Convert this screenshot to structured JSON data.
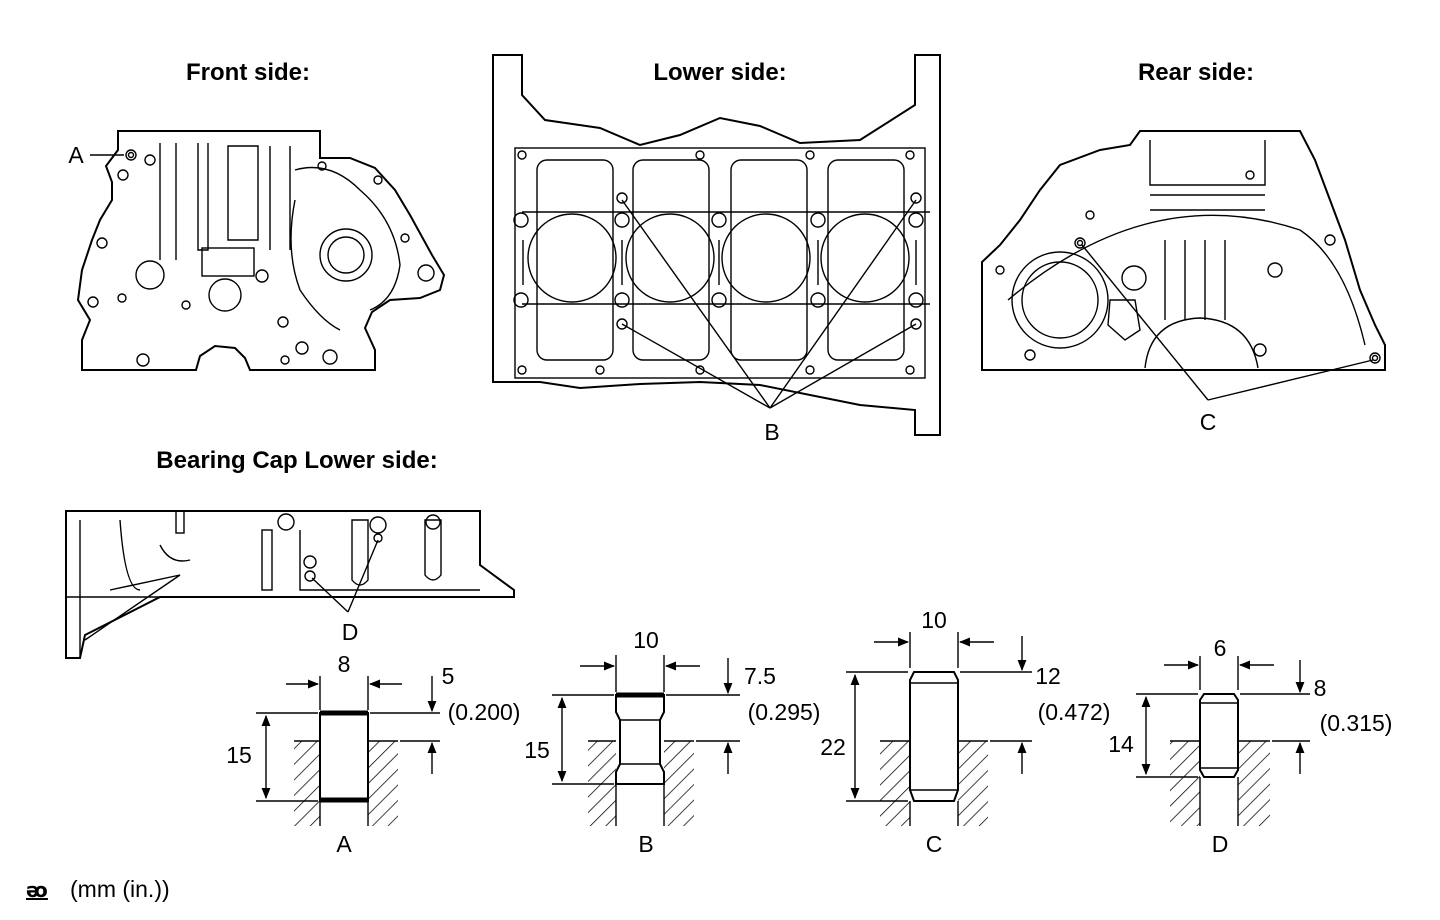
{
  "titles": {
    "front": "Front side:",
    "lower": "Lower side:",
    "rear": "Rear side:",
    "bearing": "Bearing Cap Lower side:"
  },
  "callouts": {
    "a": "A",
    "b": "B",
    "c": "C",
    "d": "D"
  },
  "pins": [
    {
      "id": "A",
      "width": "8",
      "height": "15",
      "protrusion": "5",
      "protrusion_in": "(0.200)"
    },
    {
      "id": "B",
      "width": "10",
      "height": "15",
      "protrusion": "7.5",
      "protrusion_in": "(0.295)"
    },
    {
      "id": "C",
      "width": "10",
      "height": "22",
      "protrusion": "12",
      "protrusion_in": "(0.472)"
    },
    {
      "id": "D",
      "width": "6",
      "height": "14",
      "protrusion": "8",
      "protrusion_in": "(0.315)"
    }
  ],
  "footer": {
    "icon": "service-data-icon",
    "icon_text": "ᴔ",
    "units": "(mm (in.))"
  }
}
